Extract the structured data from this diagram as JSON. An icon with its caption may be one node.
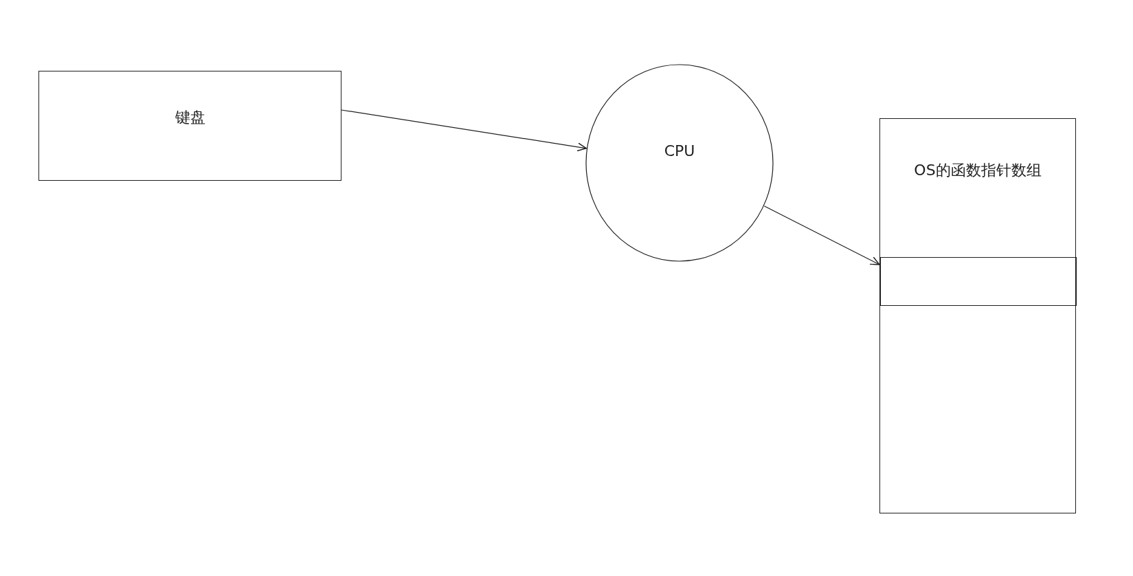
{
  "diagram": {
    "nodes": [
      {
        "text": [
          "键盘"
        ]
      },
      {
        "text": [
          "CPU"
        ]
      },
      {
        "text": [
          "OS的函数指针数组"
        ]
      },
      {
        "text": [],
        "shape": "box",
        "in": 2
      }
    ],
    "edges": [
      {
        "from": 0,
        "to": 1,
        "arrow": "to"
      },
      {
        "from": 1,
        "to": 3,
        "arrow": "to"
      }
    ]
  }
}
